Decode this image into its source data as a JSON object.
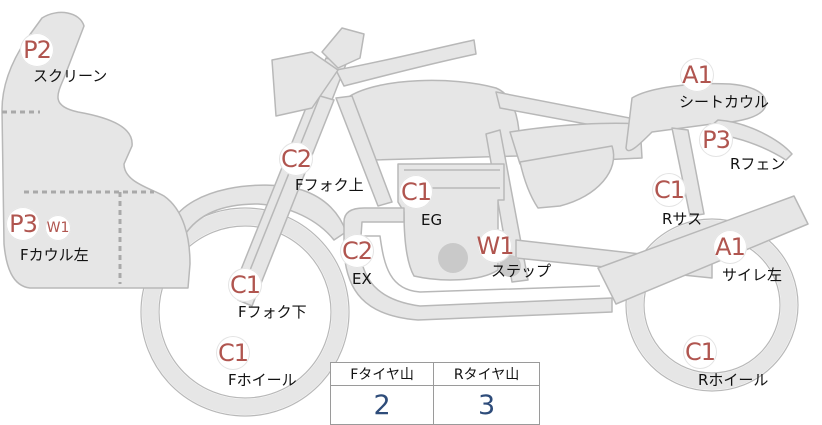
{
  "accent_colors": {
    "grade_text": "#b0554f",
    "tire_value_text": "#2e4c7a",
    "bike_fill": "#e6e6e6",
    "bike_stroke": "#b8b8b8",
    "damage_dot": "#c9c9c9"
  },
  "parts": [
    {
      "id": "screen",
      "grade": "P2",
      "label": "スクリーン"
    },
    {
      "id": "f-cowl-left",
      "grade": "P3",
      "grade_extra": "W1",
      "label": "Fカウル左"
    },
    {
      "id": "f-fork-upper",
      "grade": "C2",
      "label": "Fフォク上"
    },
    {
      "id": "f-fork-lower",
      "grade": "C1",
      "label": "Fフォク下"
    },
    {
      "id": "f-wheel",
      "grade": "C1",
      "label": "Fホイール"
    },
    {
      "id": "engine",
      "grade": "C1",
      "label": "EG"
    },
    {
      "id": "exhaust",
      "grade": "C2",
      "label": "EX"
    },
    {
      "id": "step",
      "grade": "W1",
      "label": "ステップ"
    },
    {
      "id": "seat-cowl",
      "grade": "A1",
      "label": "シートカウル"
    },
    {
      "id": "r-fender",
      "grade": "P3",
      "label": "Rフェン"
    },
    {
      "id": "r-suspension",
      "grade": "C1",
      "label": "Rサス"
    },
    {
      "id": "muffler-left",
      "grade": "A1",
      "label": "サイレ左"
    },
    {
      "id": "r-wheel",
      "grade": "C1",
      "label": "Rホイール"
    }
  ],
  "tire_tread": {
    "front_label": "Fタイヤ山",
    "front_value": "2",
    "rear_label": "Rタイヤ山",
    "rear_value": "3"
  }
}
